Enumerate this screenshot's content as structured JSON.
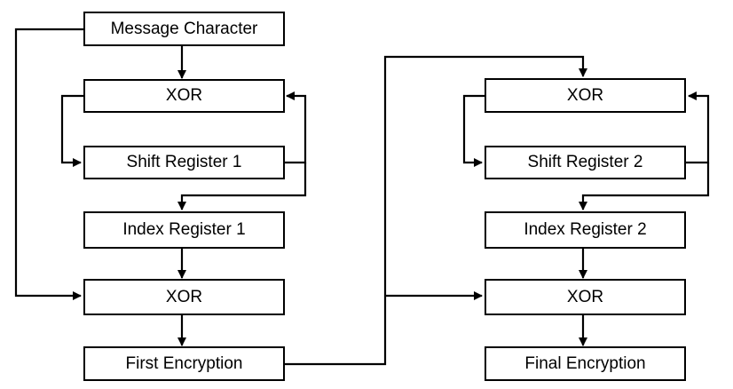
{
  "diagram": {
    "left_chain": {
      "message_character": "Message Character",
      "xor_top": "XOR",
      "shift_register": "Shift Register 1",
      "index_register": "Index Register 1",
      "xor_bottom": "XOR",
      "first_encryption": "First Encryption"
    },
    "right_chain": {
      "xor_top": "XOR",
      "shift_register": "Shift Register 2",
      "index_register": "Index Register 2",
      "xor_bottom": "XOR",
      "final_encryption": "Final Encryption"
    }
  }
}
